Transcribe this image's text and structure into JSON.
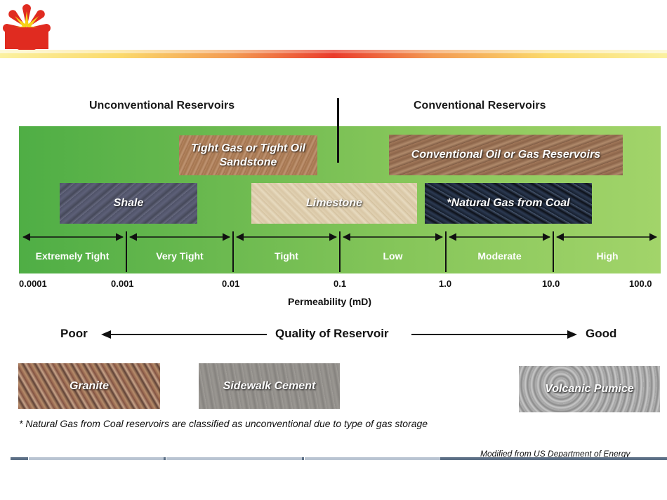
{
  "colors": {
    "band_left": "#4fae45",
    "band_right": "#a2d46a",
    "header_accent": "#ea3b2c",
    "logo_red": "#e02b20",
    "logo_yellow": "#f7d117"
  },
  "logo": {
    "icon": "petal-sun-logo"
  },
  "headings": {
    "unconventional": "Unconventional Reservoirs",
    "conventional": "Conventional Reservoirs"
  },
  "rocks": {
    "tight_sand_line1": "Tight Gas or Tight Oil",
    "tight_sand_line2": "Sandstone",
    "conventional": "Conventional Oil or Gas Reservoirs",
    "shale": "Shale",
    "limestone": "Limestone",
    "coal": "*Natural Gas from Coal"
  },
  "categories": [
    "Extremely Tight",
    "Very Tight",
    "Tight",
    "Low",
    "Moderate",
    "High"
  ],
  "scale_values": [
    "0.0001",
    "0.001",
    "0.01",
    "0.1",
    "1.0",
    "10.0",
    "100.0"
  ],
  "axis_label": "Permeability (mD)",
  "quality": {
    "poor": "Poor",
    "label": "Quality of Reservoir",
    "good": "Good"
  },
  "samples": {
    "granite": "Granite",
    "cement": "Sidewalk Cement",
    "pumice": "Volcanic Pumice"
  },
  "footnote": "* Natural Gas from Coal reservoirs are classified as unconventional due to type of gas storage",
  "source": "Modified from US Department of Energy"
}
